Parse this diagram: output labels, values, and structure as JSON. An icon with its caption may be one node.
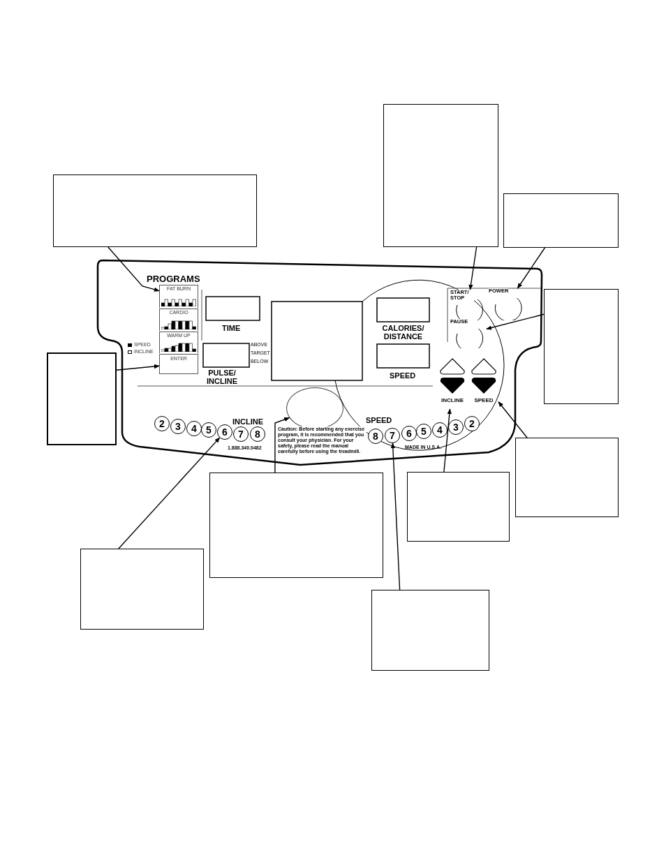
{
  "diagram": {
    "nodes": [
      {
        "text": [],
        "shape": "box"
      },
      {
        "text": [],
        "shape": "box"
      },
      {
        "text": [],
        "shape": "box"
      },
      {
        "text": [
          "FAT BURN"
        ]
      },
      {
        "text": [
          "START/ STOP"
        ]
      },
      {
        "text": [
          "POWER"
        ]
      },
      {
        "text": [],
        "shape": "box"
      },
      {
        "text": [
          "CARDIO"
        ]
      },
      {
        "text": [
          "PAUSE"
        ]
      },
      {
        "text": [
          "WARM UP"
        ]
      },
      {
        "text": [],
        "shape": "box"
      },
      {
        "text": [
          "ENTER"
        ]
      },
      {
        "text": [
          "INCLINE"
        ]
      },
      {
        "text": [
          "SPEED"
        ]
      },
      {
        "text": [],
        "shape": "ellipse"
      },
      {
        "text": [
          "2"
        ]
      },
      {
        "text": [
          "3"
        ]
      },
      {
        "text": [
          "4"
        ]
      },
      {
        "text": [
          "5"
        ]
      },
      {
        "text": [
          "6"
        ]
      },
      {
        "text": [
          "7"
        ]
      },
      {
        "text": [
          "8"
        ]
      },
      {
        "text": [
          "8"
        ]
      },
      {
        "text": [
          "7"
        ]
      },
      {
        "text": [
          "6"
        ]
      },
      {
        "text": [
          "5"
        ]
      },
      {
        "text": [
          "4"
        ]
      },
      {
        "text": [
          "3"
        ]
      },
      {
        "text": [
          "2"
        ]
      },
      {
        "text": [],
        "shape": "box"
      },
      {
        "text": [],
        "shape": "box"
      },
      {
        "text": [],
        "shape": "box"
      },
      {
        "text": [],
        "shape": "box"
      },
      {
        "text": [],
        "shape": "box"
      }
    ],
    "edges": [
      {
        "from": 1,
        "to": 3,
        "arrow": "to"
      },
      {
        "from": 10,
        "to": 11,
        "arrow": "to"
      },
      {
        "from": 0,
        "to": 4,
        "arrow": "to"
      },
      {
        "from": 2,
        "to": 5,
        "arrow": "to"
      },
      {
        "from": 6,
        "to": 8,
        "arrow": "to"
      },
      {
        "from": 29,
        "to": 13,
        "arrow": "to"
      },
      {
        "from": 30,
        "to": 12,
        "arrow": "to"
      },
      {
        "from": 31,
        "to": 14,
        "arrow": "to"
      },
      {
        "from": 32,
        "to": 19,
        "arrow": "to"
      },
      {
        "from": 33,
        "to": 23,
        "arrow": "to"
      }
    ],
    "labels": [
      "PROGRAMS",
      "TIME",
      "ABOVE",
      "TARGET",
      "BELOW",
      "PULSE/ INCLINE",
      "CALORIES/ DISTANCE",
      "SPEED",
      "INCLINE",
      "SPEED",
      "Caution: Before starting any exercise program, it is recommended that you consult your physician. For your safety, please read the manual carefully before using the treadmill.",
      "1.888.340.0482",
      "MADE IN U.S.A."
    ],
    "legend": [
      {
        "text": "SPEED"
      },
      {
        "text": "INCLINE"
      }
    ]
  }
}
